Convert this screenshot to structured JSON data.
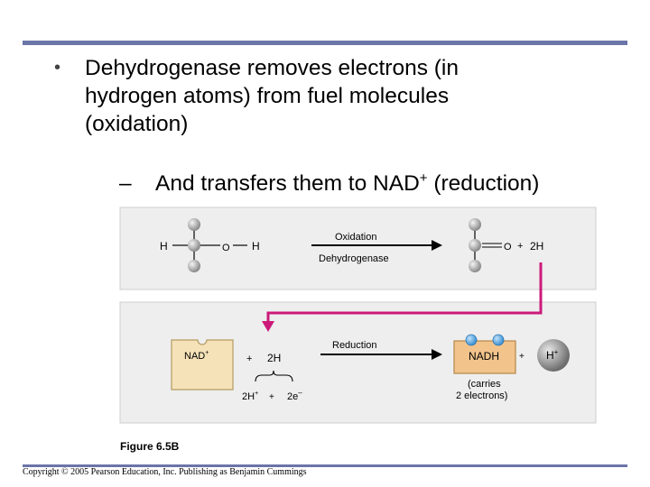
{
  "bullet": {
    "line1": "Dehydrogenase removes electrons (in",
    "line2": "hydrogen atoms) from fuel molecules",
    "line3": "(oxidation)"
  },
  "sub_bullet": {
    "dash": "–",
    "text_before": "And transfers them to NAD",
    "sup": "+",
    "text_after": " (reduction)"
  },
  "figure": {
    "top_panel": {
      "left_h": "H",
      "left_o": "O",
      "left_h2": "H",
      "arrow_label_top": "Oxidation",
      "arrow_label_bottom": "Dehydrogenase",
      "right_o": "O",
      "right_plus": "+",
      "right_2h": "2H"
    },
    "bottom_panel": {
      "nad": "NAD",
      "nad_sup": "+",
      "plus1": "+",
      "two_h": "2H",
      "split_2h": "2H",
      "split_2h_sup": "+",
      "split_plus": "+",
      "split_2e": "2e",
      "split_2e_sup": "–",
      "arrow_label": "Reduction",
      "nadh": "NADH",
      "carries_line1": "(carries",
      "carries_line2": "2 electrons)",
      "plus2": "+",
      "h_ion": "H",
      "h_ion_sup": "+"
    },
    "colors": {
      "panel_bg": "#eeeeee",
      "magenta_arrow": "#cc1a7a",
      "nad_fill": "#f5e2b8",
      "nadh_fill": "#f2c48c",
      "electron_blue": "#5aa8e0"
    }
  },
  "caption": "Figure 6.5B",
  "copyright": "Copyright © 2005 Pearson Education, Inc. Publishing as Benjamin Cummings"
}
